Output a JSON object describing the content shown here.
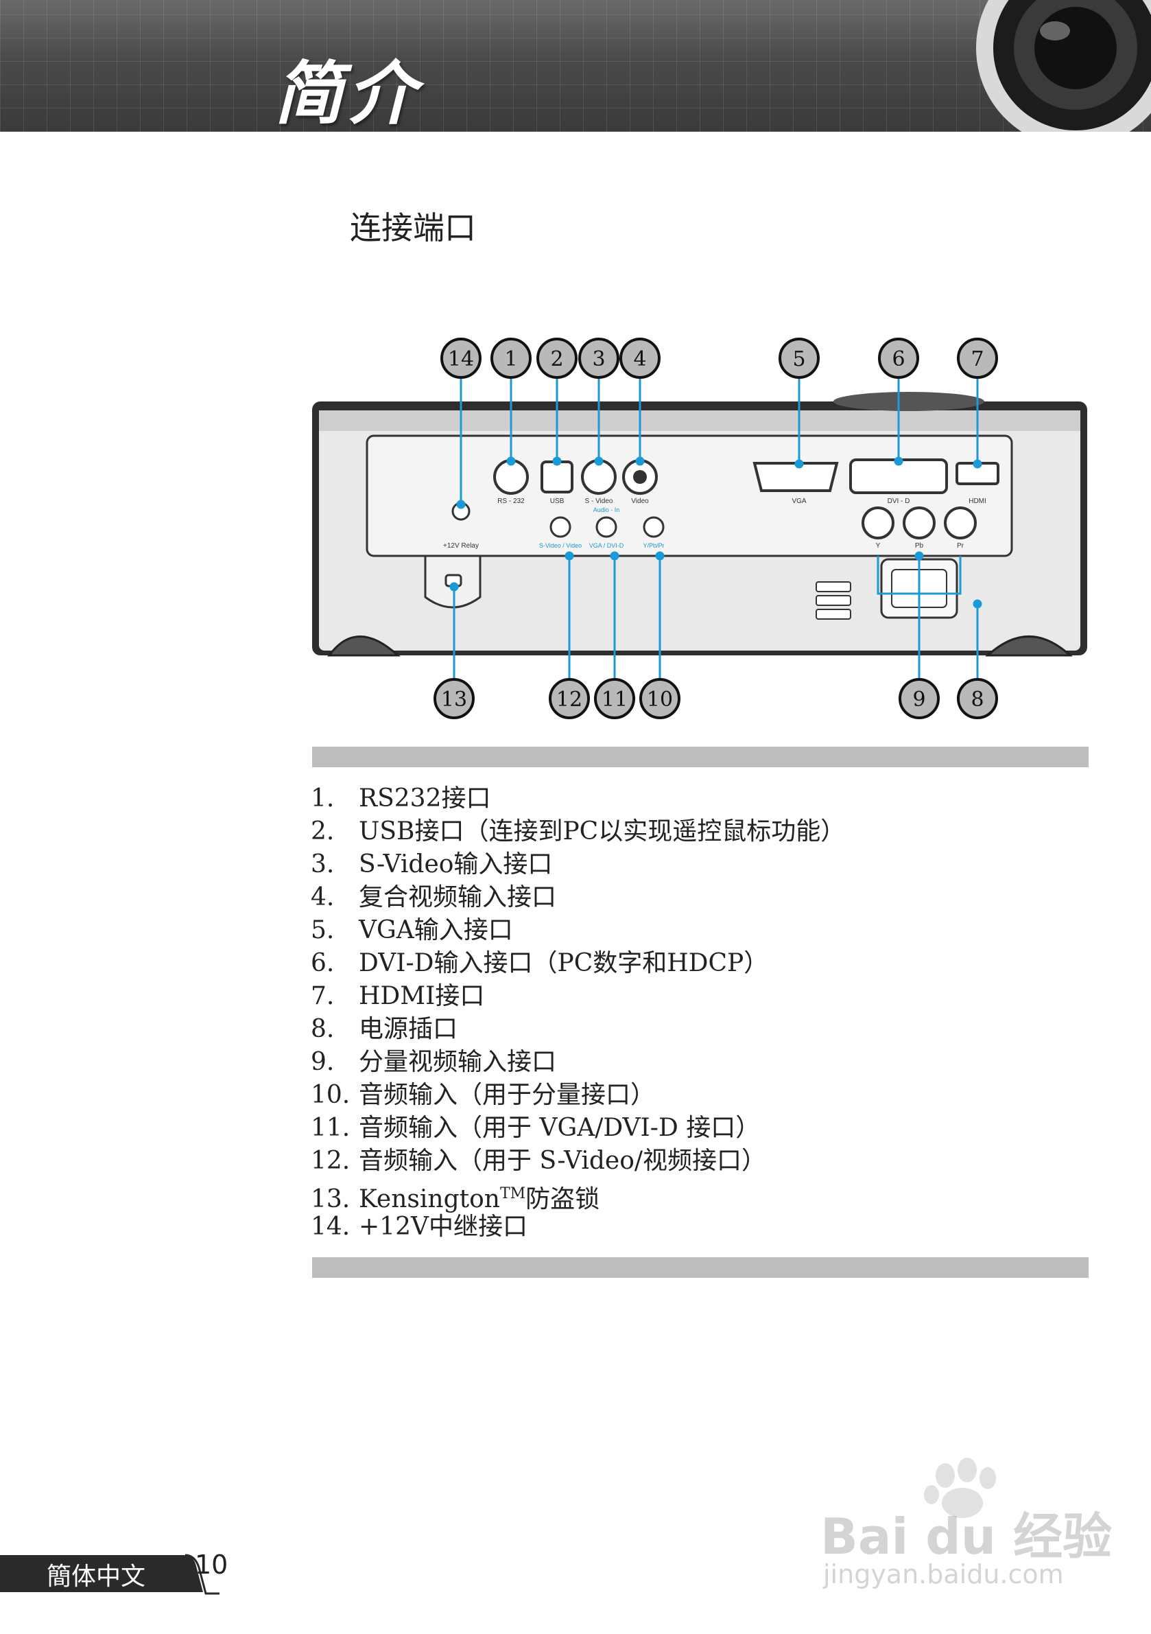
{
  "header": {
    "title": "简介"
  },
  "section": {
    "heading": "连接端口"
  },
  "diagram": {
    "callouts": [
      "14",
      "1",
      "2",
      "3",
      "4",
      "5",
      "6",
      "7",
      "13",
      "12",
      "11",
      "10",
      "9",
      "8"
    ],
    "port_labels": {
      "rs232": "RS - 232",
      "usb": "USB",
      "svideo": "S - Video",
      "video": "Video",
      "vga": "VGA",
      "dvid": "DVI - D",
      "hdmi": "HDMI",
      "relay": "+12V Relay",
      "audio_in": "Audio - In",
      "audio_svideo": "S-Video / Video",
      "audio_vga": "VGA / DVI-D",
      "audio_ypbpr": "Y/Pb/Pr",
      "y": "Y",
      "pb": "Pb",
      "pr": "Pr"
    }
  },
  "legend": [
    {
      "num": "1.",
      "text": "RS232接口"
    },
    {
      "num": "2.",
      "text": "USB接口（连接到PC以实现遥控鼠标功能）"
    },
    {
      "num": "3.",
      "text": "S-Video输入接口"
    },
    {
      "num": "4.",
      "text": "复合视频输入接口"
    },
    {
      "num": "5.",
      "text": "VGA输入接口"
    },
    {
      "num": "6.",
      "text": "DVI-D输入接口（PC数字和HDCP）"
    },
    {
      "num": "7.",
      "text": "HDMI接口"
    },
    {
      "num": "8.",
      "text": "电源插口"
    },
    {
      "num": "9.",
      "text": "分量视频输入接口"
    },
    {
      "num": "10.",
      "text": "音频输入（用于分量接口）"
    },
    {
      "num": "11.",
      "text": "音频输入（用于 VGA/DVI-D 接口）"
    },
    {
      "num": "12.",
      "text": "音频输入（用于 S-Video/视频接口）"
    },
    {
      "num": "13.",
      "text": "Kensington",
      "sup": "TM",
      "text_after": "防盗锁"
    },
    {
      "num": "14.",
      "text": "+12V中继接口"
    }
  ],
  "footer": {
    "language": "簡体中文",
    "page": "10"
  },
  "watermark": {
    "brand": "Bai du 经验",
    "url": "jingyan.baidu.com"
  },
  "colors": {
    "callout_line": "#1a9ad6",
    "header_band": "#4a4a4a",
    "rule": "#bdbdbd"
  }
}
